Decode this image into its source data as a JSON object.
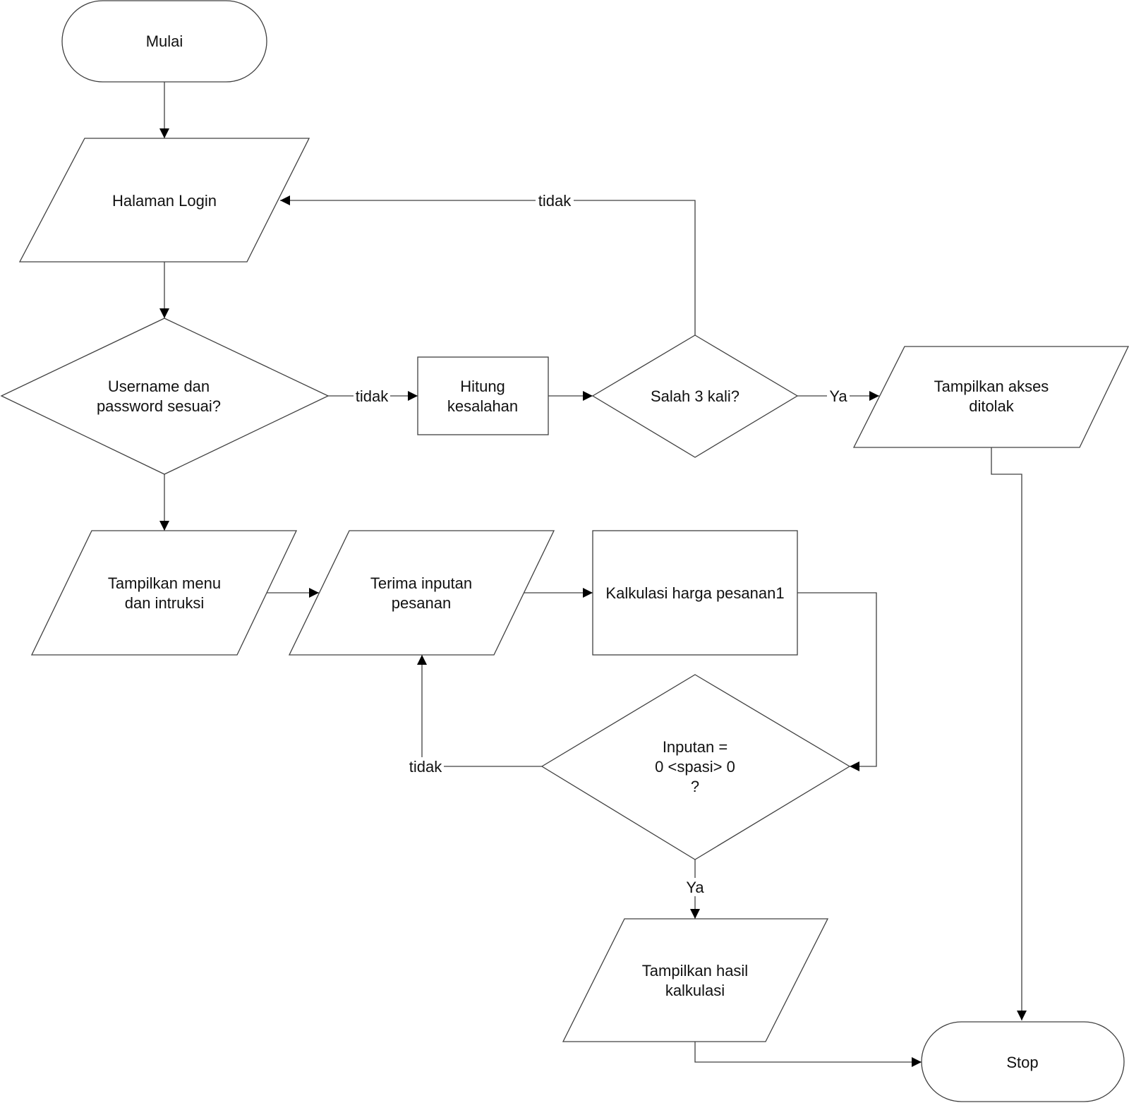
{
  "nodes": {
    "mulai": {
      "lines": [
        "Mulai"
      ]
    },
    "halaman_login": {
      "lines": [
        "Halaman Login"
      ]
    },
    "cek_login": {
      "lines": [
        "Username dan",
        "password sesuai?"
      ]
    },
    "hitung": {
      "lines": [
        "Hitung",
        "kesalahan"
      ]
    },
    "salah3": {
      "lines": [
        "Salah 3 kali?"
      ]
    },
    "akses_ditolak": {
      "lines": [
        "Tampilkan akses",
        "ditolak"
      ]
    },
    "tampil_menu": {
      "lines": [
        "Tampilkan menu",
        "dan intruksi"
      ]
    },
    "terima_input": {
      "lines": [
        "Terima inputan",
        "pesanan"
      ]
    },
    "kalkulasi": {
      "lines": [
        "Kalkulasi harga pesanan1"
      ]
    },
    "cek_input": {
      "lines": [
        "Inputan =",
        "0 <spasi> 0",
        "?"
      ]
    },
    "tampil_hasil": {
      "lines": [
        "Tampilkan hasil",
        "kalkulasi"
      ]
    },
    "stop": {
      "lines": [
        "Stop"
      ]
    }
  },
  "edge_labels": {
    "login_tidak": "tidak",
    "salah3_tidak": "tidak",
    "salah3_ya": "Ya",
    "input_tidak": "tidak",
    "input_ya": "Ya"
  }
}
